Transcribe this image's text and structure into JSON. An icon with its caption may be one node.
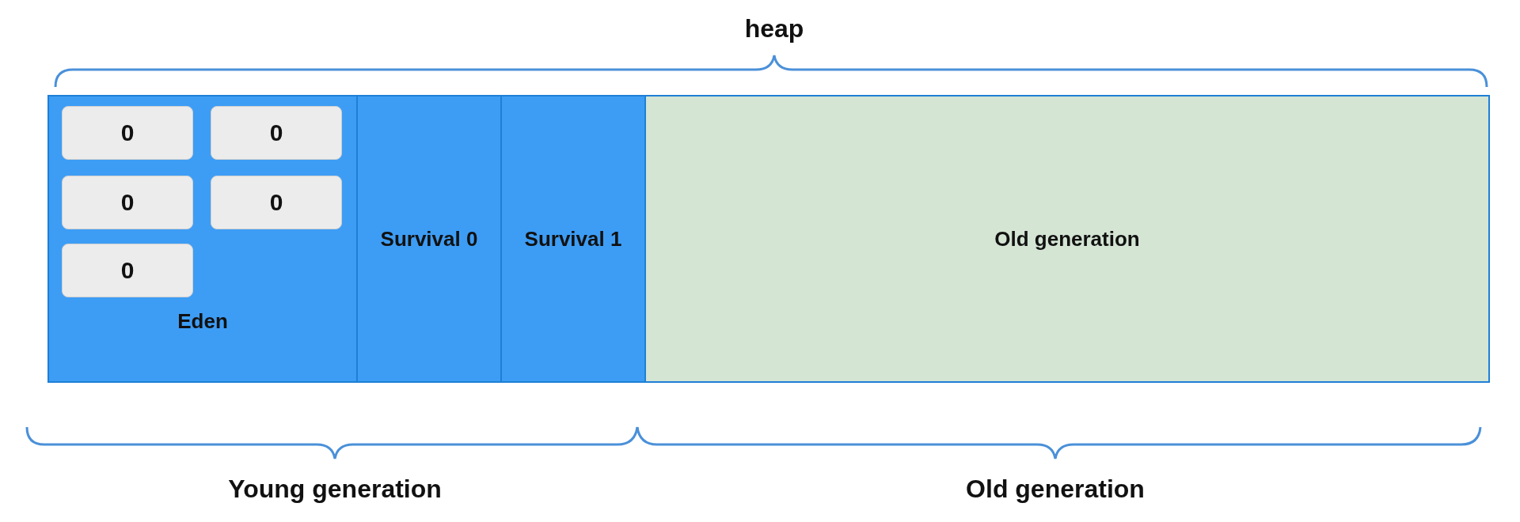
{
  "diagram": {
    "nodes": [
      {
        "text": [
          "Eden"
        ]
      },
      {
        "text": [
          "0"
        ],
        "in": 0
      },
      {
        "text": [
          "0"
        ],
        "in": 0
      },
      {
        "text": [
          "0"
        ],
        "in": 0
      },
      {
        "text": [
          "0"
        ],
        "in": 0
      },
      {
        "text": [
          "0"
        ],
        "in": 0
      },
      {
        "text": [
          "Survival 0"
        ]
      },
      {
        "text": [
          "Survival 1"
        ]
      },
      {
        "text": [
          "Old generation"
        ]
      }
    ],
    "edges": [],
    "labels": [
      "heap",
      "Young generation",
      "Old generation"
    ]
  }
}
